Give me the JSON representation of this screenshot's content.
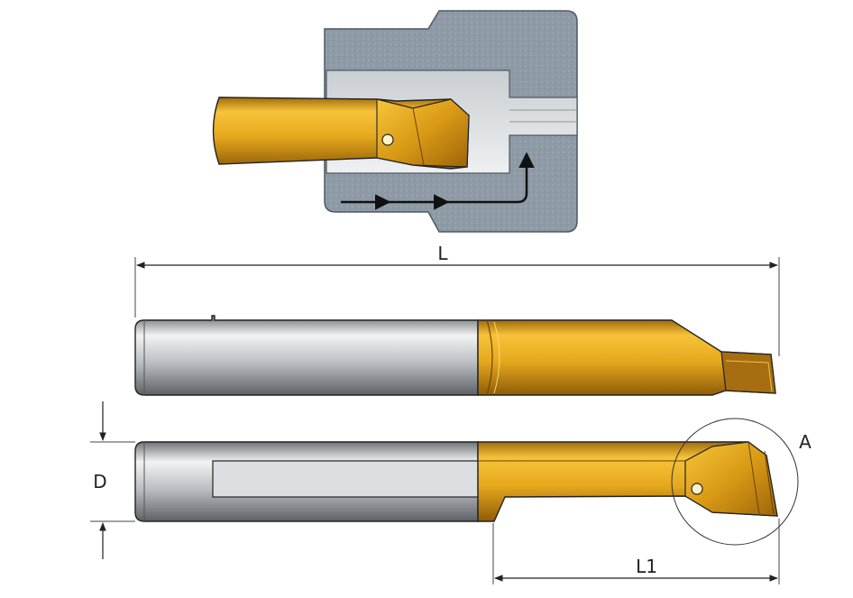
{
  "labels": {
    "overall_length": "L",
    "cutting_length": "L1",
    "diameter": "D",
    "detail": "A"
  },
  "colors": {
    "gold": "#e3a71c",
    "shank_gray": "#b8bcc0",
    "workpiece": "#8e9aa6",
    "bore": "#e9ecee",
    "line": "#222222"
  }
}
